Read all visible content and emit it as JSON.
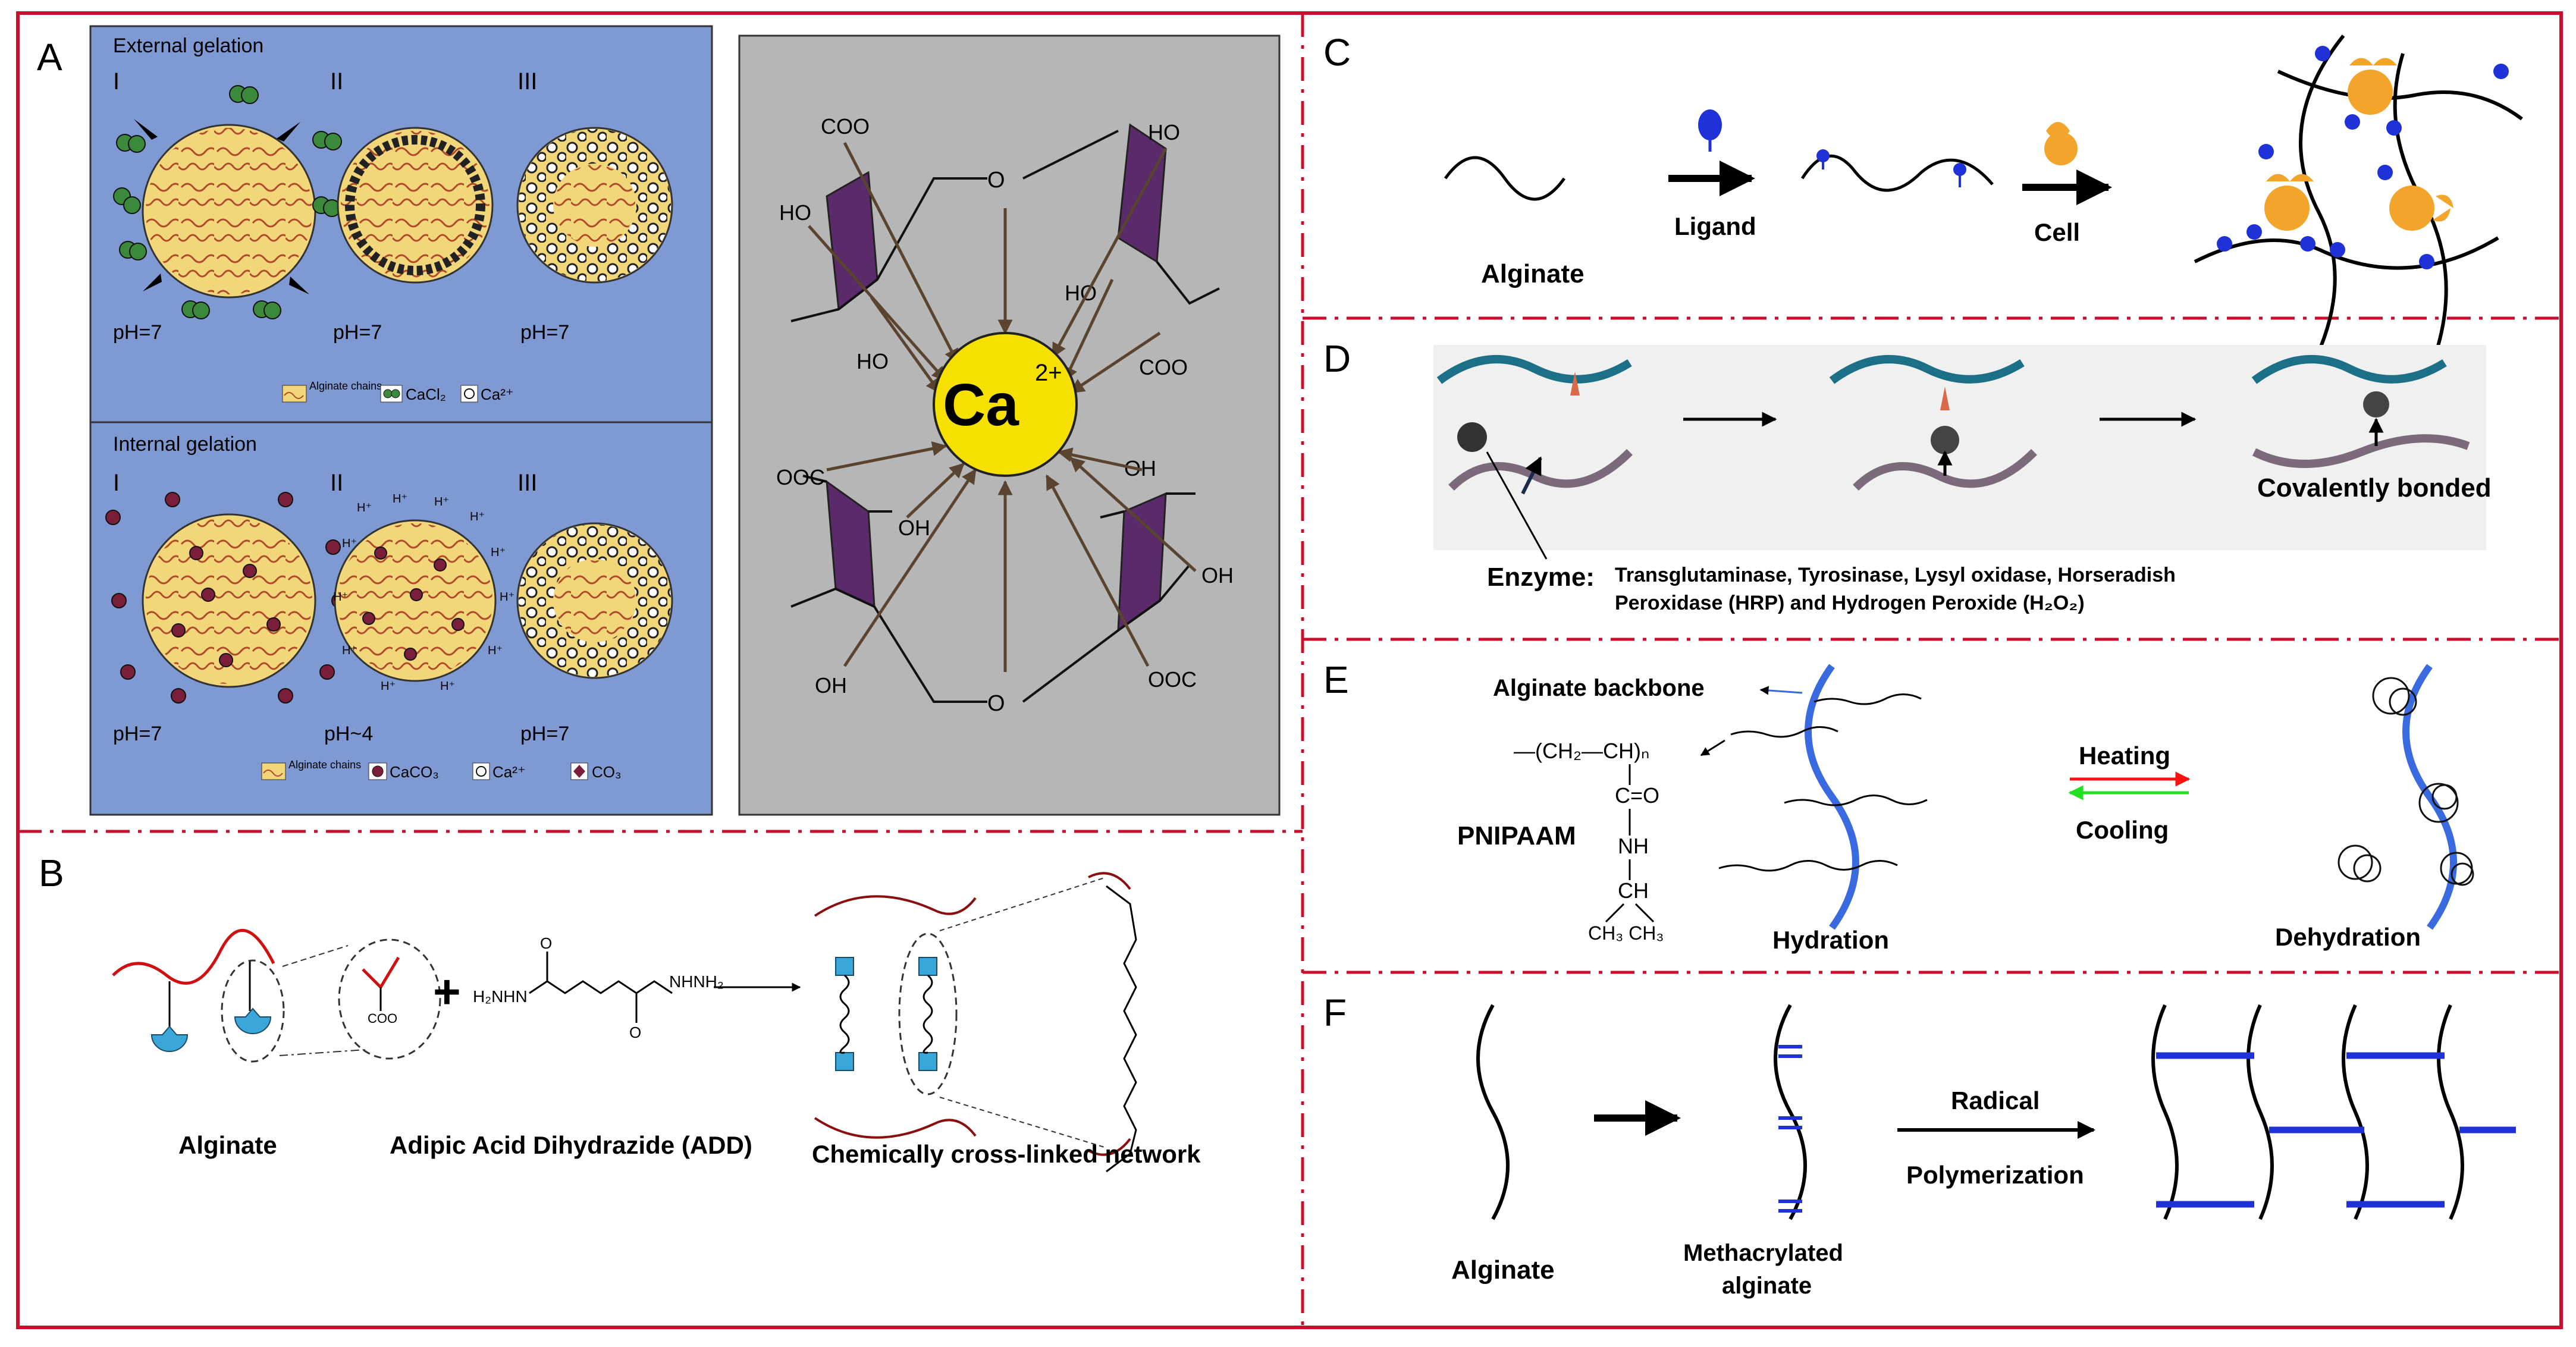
{
  "panels": {
    "A": {
      "letter": "A",
      "external_title": "External gelation",
      "internal_title": "Internal gelation",
      "stages": [
        "I",
        "II",
        "III"
      ],
      "ph_external": [
        "pH=7",
        "pH=7",
        "pH=7"
      ],
      "ph_internal": [
        "pH=7",
        "pH~4",
        "pH=7"
      ],
      "legend_external": {
        "chains": "Alginate chains",
        "cacl2": "CaCl₂",
        "ca": "Ca²⁺"
      },
      "legend_internal": {
        "chains": "Alginate chains",
        "caco3": "CaCO₃",
        "ca": "Ca²⁺",
        "co3": "CO₃"
      },
      "h_label": "H⁺",
      "ion": "Ca",
      "ion_charge": "2+",
      "groups": {
        "coo_top": "COO",
        "ho_top_left": "HO",
        "ho_left": "HO",
        "o_ring": "O",
        "ho_top_right": "HO",
        "ho_right": "HO",
        "coo_right": "COO",
        "ooc_left": "OOC",
        "oh_left": "OH",
        "oh_bottom": "OH",
        "oh_right_top": "OH",
        "oh_right": "OH",
        "ooc_right": "OOC"
      }
    },
    "B": {
      "letter": "B",
      "caption_alginate": "Alginate",
      "caption_add": "Adipic Acid Dihydrazide (ADD)",
      "caption_network": "Chemically cross-linked network",
      "plus": "+",
      "coo": "COO",
      "h2nhn": "H₂NHN",
      "nhnh2": "NHNH₂"
    },
    "C": {
      "letter": "C",
      "alginate": "Alginate",
      "ligand": "Ligand",
      "cell": "Cell"
    },
    "D": {
      "letter": "D",
      "covalent": "Covalently bonded",
      "enzyme_label": "Enzyme:",
      "enzyme_line1": "Transglutaminase, Tyrosinase, Lysyl oxidase, Horseradish",
      "enzyme_line2": "Peroxidase (HRP) and Hydrogen Peroxide (H₂O₂)"
    },
    "E": {
      "letter": "E",
      "backbone": "Alginate backbone",
      "pnipaam": "PNIPAAM",
      "hydration": "Hydration",
      "dehydration": "Dehydration",
      "heating": "Heating",
      "cooling": "Cooling",
      "formula": "—(CH₂—CH)ₙ",
      "formula_o": "C=O",
      "formula_nh": "NH",
      "formula_ch": "CH",
      "formula_ch3": "CH₃ CH₃"
    },
    "F": {
      "letter": "F",
      "alginate": "Alginate",
      "meth1": "Methacrylated",
      "meth2": "alginate",
      "radical": "Radical",
      "polymerization": "Polymerization"
    }
  },
  "colors": {
    "frame": "#c8102e",
    "panelA_bg": "#7f9ad3",
    "panelA_gray": "#b6b6b6",
    "bead": "#f2d67a",
    "bead_line": "#b04a2a",
    "purple": "#5a2a6a",
    "ca_fill": "#f5e000",
    "blue": "#1e32d8",
    "orange": "#f3a42a",
    "teal": "#39a8d8",
    "red": "#d01010",
    "green": "#2ecc40"
  }
}
